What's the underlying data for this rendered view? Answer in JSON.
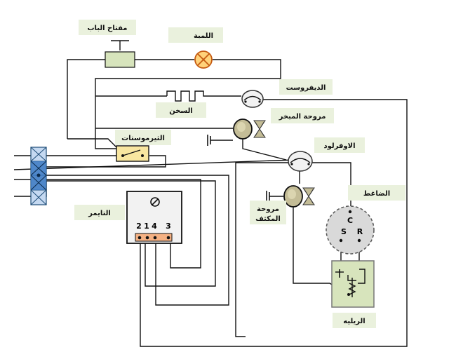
{
  "labels": {
    "door_switch": "مفتاح الباب",
    "lamp": "اللمبة",
    "defrost": "الديفروست",
    "heater": "السخن",
    "evap_fan": "مروحة المبخر",
    "thermostat": "الثيرموستات",
    "overload": "الاوفرلود",
    "compressor": "الضاغط",
    "timer": "التايمر",
    "cond_fan_line1": "مروحة",
    "cond_fan_line2": "المكثف",
    "relay": "الريليه"
  },
  "compressor_terminals": {
    "c": "C",
    "s": "S",
    "r": "R"
  },
  "timer_terminals": [
    "2",
    "1",
    "4",
    "3"
  ],
  "colors": {
    "label_bg": "#eaf1dd",
    "switch_fill": "#d7e4bc",
    "compressor_fill": "#d9d9d9",
    "relay_fill": "#d7e4bc",
    "connector_fill": "#c5d9f1",
    "connector_center": "#3a78c2",
    "fan_motor": "#c4bd97",
    "lamp_fill": "#ffd27a",
    "thermostat_fill": "#f8e6a0",
    "timer_fill": "#f2f2f2",
    "timer_terminal_fill": "#f4b183",
    "wire": "#111111"
  }
}
